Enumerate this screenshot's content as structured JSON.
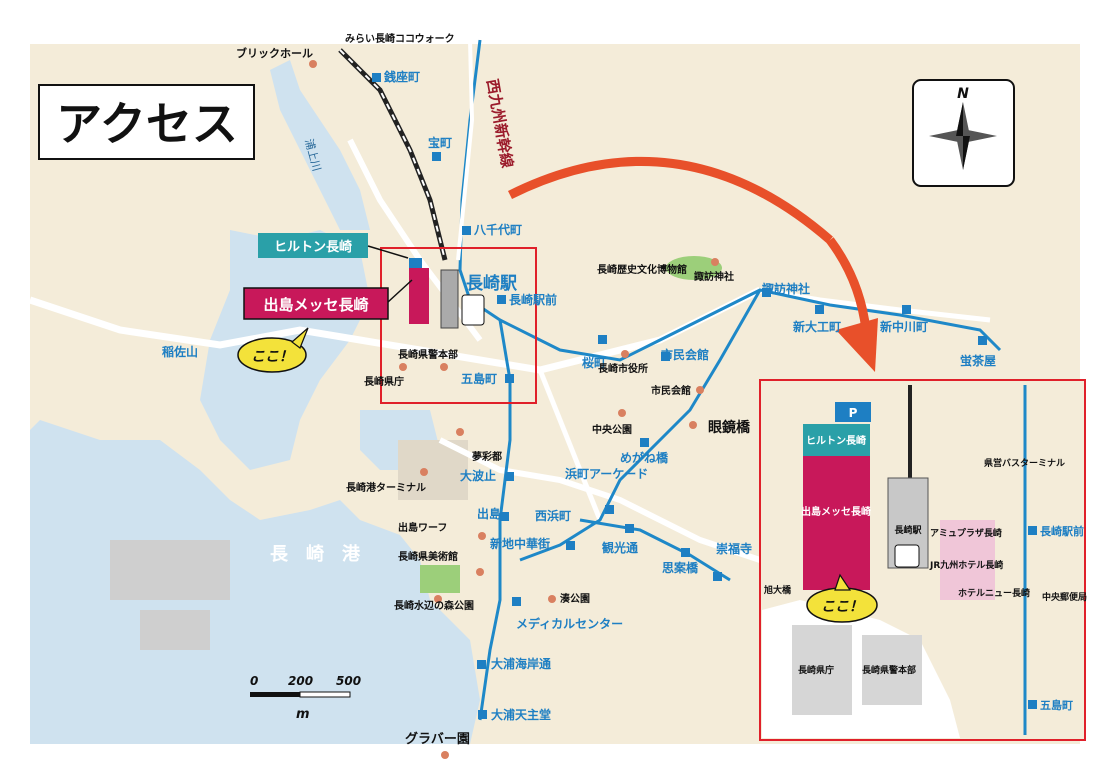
{
  "title": "アクセス",
  "compass_label": "N",
  "highlight": {
    "hilton": "ヒルトン長崎",
    "messe": "出島メッセ長崎",
    "here": "ここ！"
  },
  "rail_label": "西九州新幹線",
  "river_label": "浦上川",
  "harbor_label": "長　崎　港",
  "station_label": "長崎駅",
  "stops": [
    "銭座町",
    "宝町",
    "八千代町",
    "長崎駅前",
    "桜町",
    "市民会館",
    "諏訪神社",
    "新大工町",
    "新中川町",
    "蛍茶屋",
    "五島町",
    "大波止",
    "出島",
    "西浜町",
    "浜町アーケード",
    "めがね橋",
    "新地中華街",
    "観光通",
    "思案橋",
    "崇福寺",
    "メディカルセンター",
    "大浦海岸通",
    "大浦天主堂"
  ],
  "landmarks": [
    "みらい長崎ココウォーク",
    "ブリックホール",
    "稲佐山",
    "長崎県警本部",
    "長崎県庁",
    "長崎歴史文化博物館",
    "諏訪神社",
    "長崎市役所",
    "市民会館",
    "中央公園",
    "眼鏡橋",
    "夢彩都",
    "長崎港ターミナル",
    "出島ワーフ",
    "長崎県美術館",
    "長崎水辺の森公園",
    "湊公園",
    "グラバー園"
  ],
  "scale": {
    "ticks": [
      "0",
      "200",
      "500"
    ],
    "unit": "m"
  },
  "inset": {
    "parking": "P",
    "hilton": "ヒルトン長崎",
    "messe": "出島メッセ長崎",
    "station": "長崎駅",
    "bus_terminal": "県営バスターミナル",
    "amu_plaza": "アミュプラザ長崎",
    "jr_hotel": "JR九州ホテル長崎",
    "hotel_new": "ホテルニュー長崎",
    "post": "中央郵便局",
    "bridge": "旭大橋",
    "pref": "長崎県庁",
    "police": "長崎県警本部",
    "stop_ekimae": "長崎駅前",
    "stop_goto": "五島町",
    "here": "ここ！"
  },
  "colors": {
    "land": "#f4ecd9",
    "sea": "#cfe2ef",
    "road": "#ffffff",
    "tram": "#1e88c8",
    "stop_blue": "#1e7fc3",
    "hilton_teal": "#2aa0a8",
    "messe_magenta": "#c8185a",
    "here_yellow": "#f3e23a",
    "arrow_orange": "#e8502a",
    "landmark_dot": "#d98060",
    "shinkansen": "#9b1b2b",
    "park_green": "#9ccf7a",
    "highlight_red": "#e0202a"
  }
}
